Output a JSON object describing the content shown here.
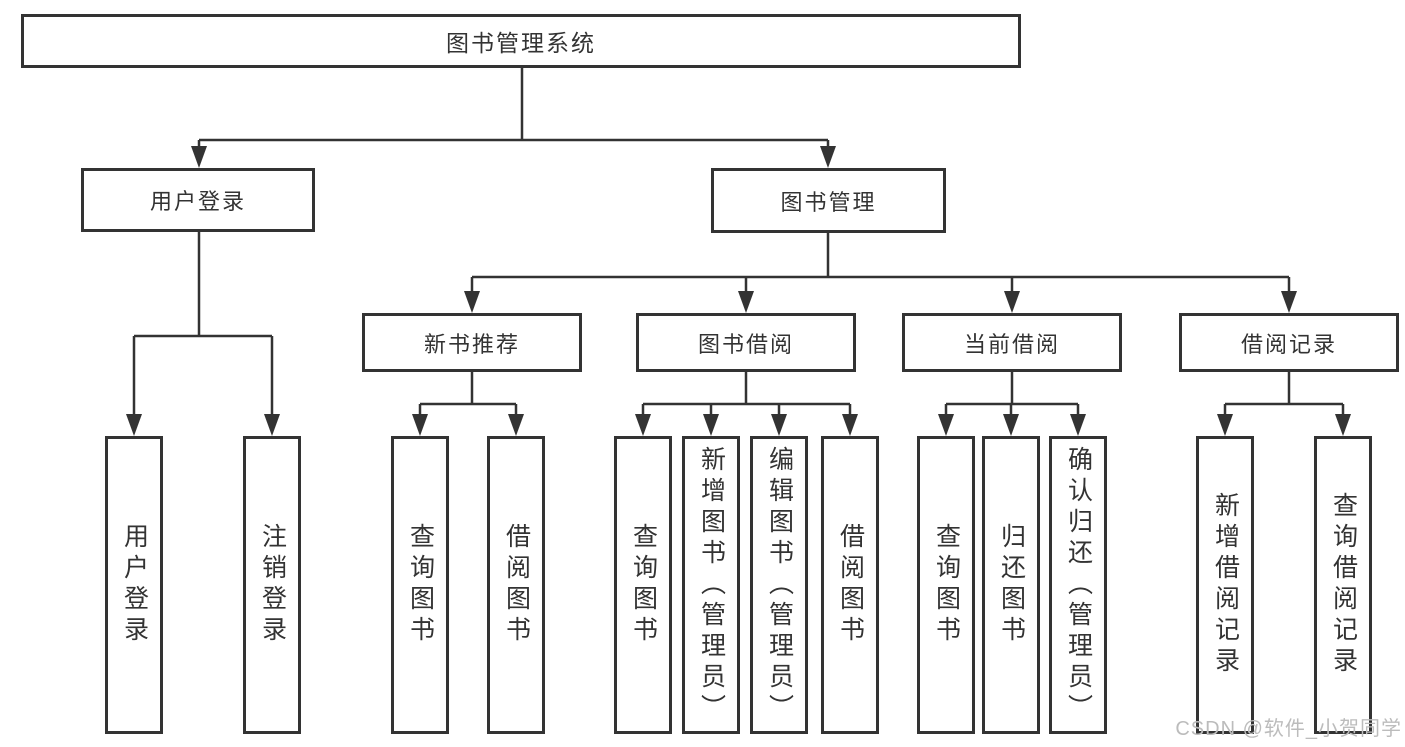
{
  "diagram": {
    "tree": {
      "label": "图书管理系统",
      "children": [
        {
          "label": "用户登录",
          "children": [
            {
              "label": "用户登录"
            },
            {
              "label": "注销登录"
            }
          ]
        },
        {
          "label": "图书管理",
          "children": [
            {
              "label": "新书推荐",
              "children": [
                {
                  "label": "查询图书"
                },
                {
                  "label": "借阅图书"
                }
              ]
            },
            {
              "label": "图书借阅",
              "children": [
                {
                  "label": "查询图书"
                },
                {
                  "label": "新增图书（管理员）"
                },
                {
                  "label": "编辑图书（管理员）"
                },
                {
                  "label": "借阅图书"
                }
              ]
            },
            {
              "label": "当前借阅",
              "children": [
                {
                  "label": "查询图书"
                },
                {
                  "label": "归还图书"
                },
                {
                  "label": "确认归还（管理员）"
                }
              ]
            },
            {
              "label": "借阅记录",
              "children": [
                {
                  "label": "新增借阅记录"
                },
                {
                  "label": "查询借阅记录"
                }
              ]
            }
          ]
        }
      ]
    },
    "colors": {
      "line": "#333333",
      "text": "#333333",
      "box_background": "#ffffff",
      "page_background": "#ffffff",
      "watermark": "#bcbcbc"
    }
  },
  "watermark": {
    "text": "CSDN @软件_小贺同学"
  }
}
